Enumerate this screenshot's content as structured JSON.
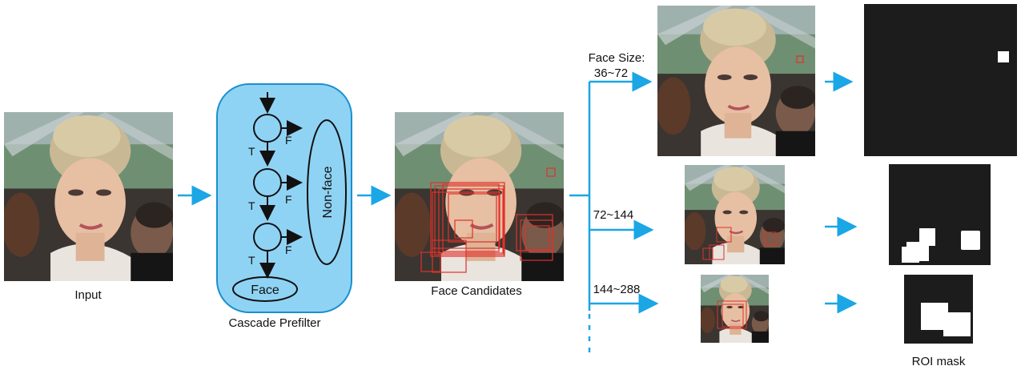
{
  "labels": {
    "input": "Input",
    "cascade": "Cascade Prefilter",
    "non_face": "Non-face",
    "face": "Face",
    "true_mark": "T",
    "false_mark": "F",
    "face_candidates": "Face Candidates",
    "size_heading": "Face Size:",
    "size_1": "36~72",
    "size_2": "72~144",
    "size_3": "144~288",
    "roi_mask": "ROI mask"
  },
  "colors": {
    "arrow": "#1ba6e6",
    "prefilter_fill": "#8fd3f4",
    "prefilter_stroke": "#1a8fcf",
    "candidate_box": "#e0312a",
    "mask_bg": "#1c1c1c",
    "mask_roi": "#ffffff"
  },
  "images": {
    "input": "photo",
    "face_candidates": "photo-with-candidate-boxes",
    "scale_1": "photo-scale-36-72",
    "scale_2": "photo-scale-72-144",
    "scale_3": "photo-scale-144-288",
    "mask_1": "roi-mask",
    "mask_2": "roi-mask",
    "mask_3": "roi-mask"
  }
}
